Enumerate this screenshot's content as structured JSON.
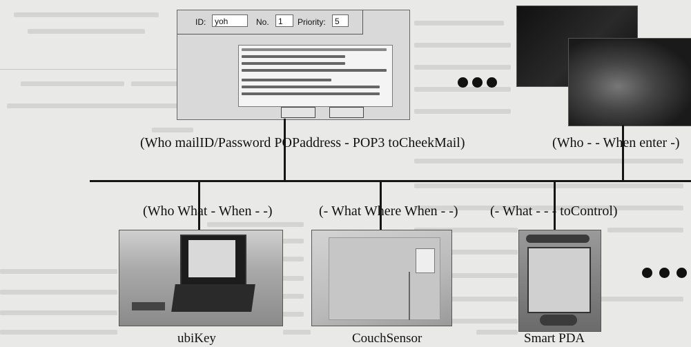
{
  "mail_window": {
    "id_label": "ID:",
    "id_value": "yoh",
    "no_label": "No.",
    "no_value": "1",
    "priority_label": "Priority:",
    "priority_value": "5"
  },
  "labels": {
    "top_left": "(Who mailID/Password POPaddress - POP3 toCheekMail)",
    "top_right": "(Who - - When enter -)",
    "branch_1": "(Who What - When - -)",
    "branch_2": "(- What Where When - -)",
    "branch_3": "(- What - - - toControl)"
  },
  "captions": {
    "device_1": "ubiKey",
    "device_2": "CouchSensor",
    "device_3": "Smart PDA"
  },
  "ellipsis": {
    "top": "● ● ●",
    "right": "● ● ●"
  }
}
